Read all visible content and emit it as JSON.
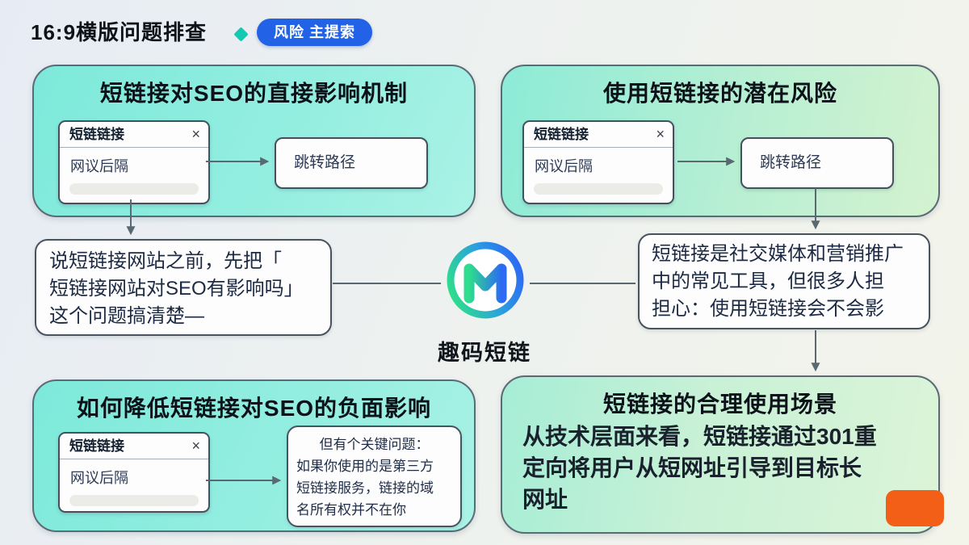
{
  "header": {
    "title": "16:9横版问题排查",
    "badge_label": "风险 主提索"
  },
  "icons": {
    "diamond": "◆",
    "close": "×"
  },
  "colors": {
    "badge_blue": "#2262e6",
    "diamond_teal": "#14c9b3",
    "panel_aqua": "#7de9da",
    "panel_mint": "#dcf4d8",
    "logo_green": "#2edd8d",
    "logo_blue": "#2c6bf2",
    "accent_orange": "#f45f17",
    "connector_gray": "#5a6872"
  },
  "link_card": {
    "header": "短链链接",
    "body": "网议后隔"
  },
  "jump_node_label": "跳转路径",
  "panels": {
    "top_left": {
      "title": "短链接对SEO的直接影响机制"
    },
    "top_right": {
      "title": "使用短链接的潜在风险"
    },
    "bottom_left": {
      "title": "如何降低短链接对SEO的负面影响",
      "note_lines": [
        "但有个关键问题：",
        "如果你使用的是第三方",
        "短链接服务，链接的域",
        "名所有权并不在你"
      ]
    },
    "bottom_right": {
      "title": "短链接的合理使用场景",
      "body_lines": [
        "从技术层面来看，短链接通过301重",
        "定向将用户从短网址引导到目标长",
        "网址"
      ]
    }
  },
  "bubbles": {
    "left_lines": [
      "说短链接网站之前，先把「",
      "短链接网站对SEO有影响吗」",
      "这个问题搞清楚—"
    ],
    "right_lines": [
      "短链接是社交媒体和营销推广",
      "中的常见工具，但很多人担",
      "担心：使用短链接会不会影"
    ]
  },
  "brand": {
    "logo_letter": "M",
    "name": "趣码短链"
  }
}
